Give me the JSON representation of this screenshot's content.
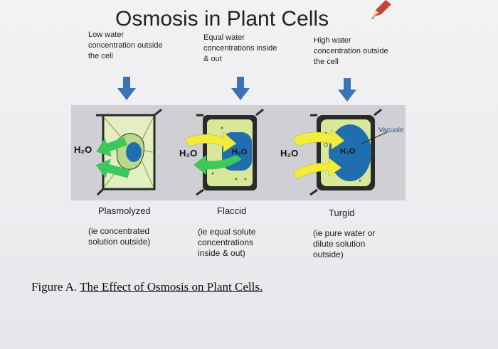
{
  "title": "Osmosis in Plant Cells",
  "conditions": {
    "low": "Low water\nconcentration outside\nthe cell",
    "equal": "Equal water\nconcentrations inside\n& out",
    "high": "High water\nconcentration outside\nthe cell"
  },
  "water_label": "H₂O",
  "vacuole_label": "Vacuole",
  "states": {
    "plasmolyzed": {
      "name": "Plasmolyzed",
      "description": "(ie concentrated\nsolution outside)"
    },
    "flaccid": {
      "name": "Flaccid",
      "description": "(ie equal solute\nconcentrations\ninside & out)"
    },
    "turgid": {
      "name": "Turgid",
      "description": "(ie pure water or\ndilute solution\noutside)"
    }
  },
  "caption": {
    "prefix": "Figure A. ",
    "title": "The Effect of Osmosis on Plant Cells."
  },
  "colors": {
    "arrow_blue": "#3b73b9",
    "cell_wall": "#2a2a2a",
    "cytoplasm": "#d7e89a",
    "cytoplasm_light": "#e6f0b8",
    "vacuole": "#1f6fb0",
    "green_arrow": "#3cc85a",
    "yellow_arrow": "#f2ec3a",
    "panel": "#cfcfd4"
  }
}
